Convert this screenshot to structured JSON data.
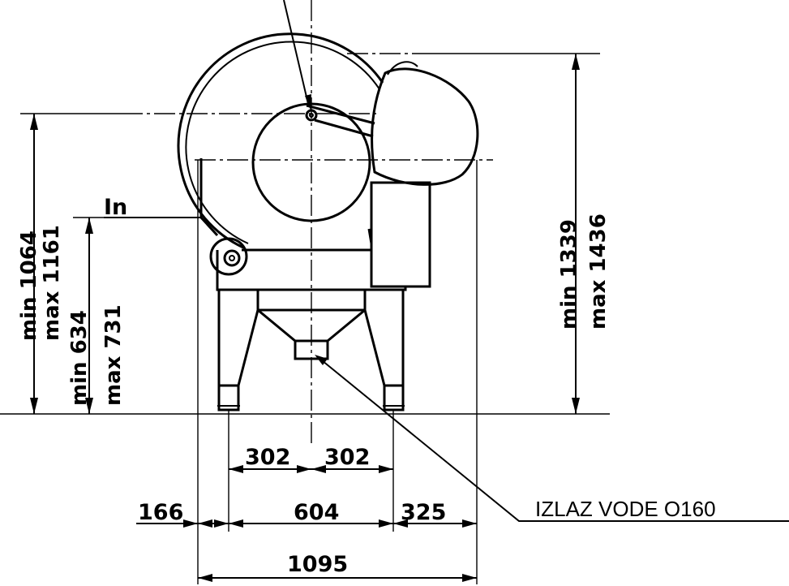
{
  "labels": {
    "inlet": "In",
    "outlet": "IZLAZ VODE  O160"
  },
  "dimensions": {
    "h_top_min": "min 1064",
    "h_top_max": "max 1161",
    "h_inlet_min": "min  634",
    "h_inlet_max": "max  731",
    "h_total_min": "min 1339",
    "h_total_max": "max 1436",
    "w_half_left": "302",
    "w_half_right": "302",
    "w_left_offset": "166",
    "w_leg_span": "604",
    "w_right_offset": "325",
    "w_total": "1095"
  }
}
